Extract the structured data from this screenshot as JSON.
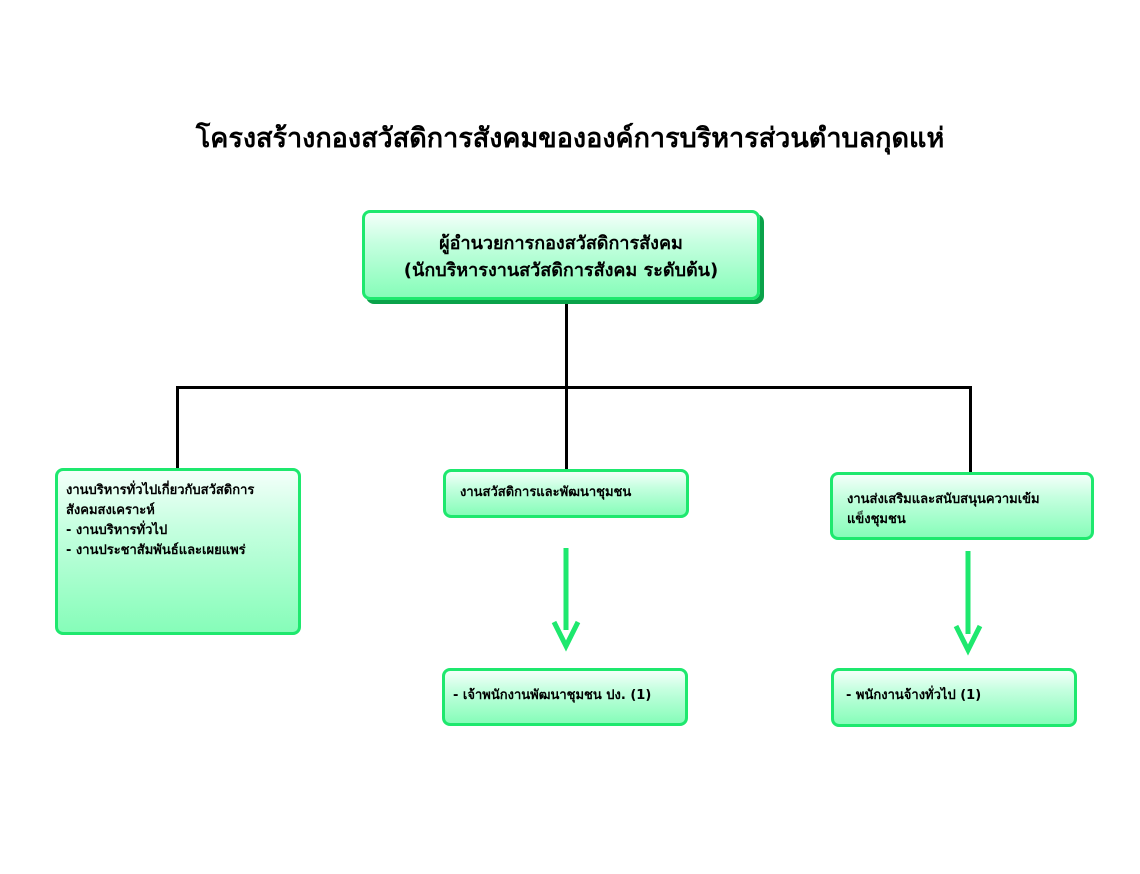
{
  "title": "โครงสร้างกองสวัสดิการสังคมขององค์การบริหารส่วนตำบลกุดแห่",
  "top_box": {
    "line1": "ผู้อำนวยการกองสวัสดิการสังคม",
    "line2": "(นักบริหารงานสวัสดิการสังคม  ระดับต้น)"
  },
  "left_box": {
    "line1": "งานบริหารทั่วไปเกี่ยวกับสวัสดิการ",
    "line2": "สังคมสงเคราะห์",
    "line3": "- งานบริหารทั่วไป",
    "line4": "- งานประชาสัมพันธ์และเผยแพร่"
  },
  "middle_box": {
    "label": "งานสวัสดิการและพัฒนาชุมชน"
  },
  "right_box": {
    "line1": "งานส่งเสริมและสนับสนุนความเข้ม",
    "line2": "แข็งชุมชน"
  },
  "middle_sub_box": {
    "label": "- เจ้าพนักงานพัฒนาชุมชน ปง. (1)"
  },
  "right_sub_box": {
    "label": "- พนักงานจ้างทั่วไป (1)"
  },
  "colors": {
    "box_border": "#1ee86e",
    "box_fill_bottom": "#86fdb9",
    "arrow": "#1ee86e",
    "connector": "#000000"
  }
}
